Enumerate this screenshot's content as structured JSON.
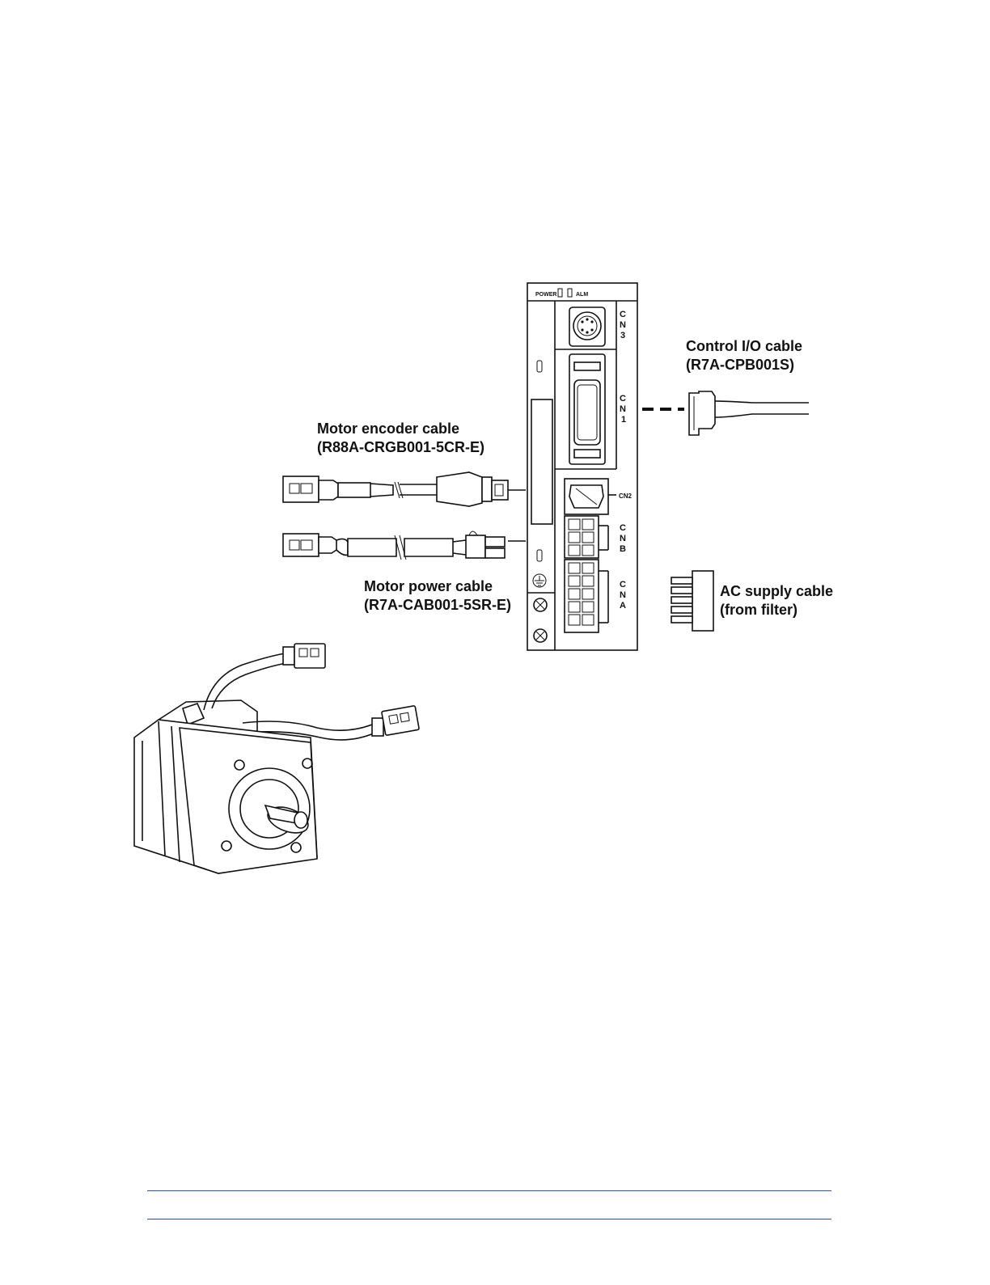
{
  "drive": {
    "power_label": "POWER",
    "alarm_label": "ALM",
    "ports": {
      "cn3": [
        "C",
        "N",
        "3"
      ],
      "cn1": [
        "C",
        "N",
        "1"
      ],
      "cn2": "CN2",
      "cnb": [
        "C",
        "N",
        "B"
      ],
      "cna": [
        "C",
        "N",
        "A"
      ]
    }
  },
  "cables": {
    "control_io": {
      "title": "Control I/O cable",
      "part": "(R7A-CPB001S)"
    },
    "encoder": {
      "title": "Motor encoder cable",
      "part": "(R88A-CRGB001-5CR-E)"
    },
    "power": {
      "title": "Motor power cable",
      "part": "(R7A-CAB001-5SR-E)"
    },
    "ac_supply": {
      "title": "AC supply cable",
      "part": "(from filter)"
    }
  },
  "colors": {
    "line": "#111111",
    "rule": "#2f4f9f"
  },
  "icons": [
    "ground-icon",
    "screw-icon"
  ]
}
